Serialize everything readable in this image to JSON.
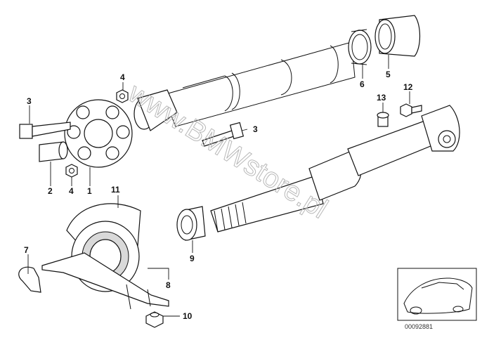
{
  "watermark": "www.BMWstore.pl",
  "reference_code": "00092881",
  "callouts": [
    "1",
    "2",
    "3",
    "4",
    "5",
    "6",
    "7",
    "8",
    "9",
    "10",
    "11",
    "12",
    "13"
  ],
  "icon": "car-thumbnail-icon"
}
